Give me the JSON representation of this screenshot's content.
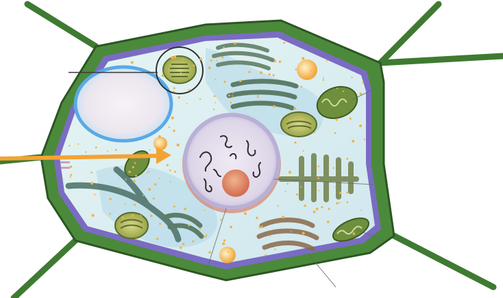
{
  "diagram": {
    "subject": "plant-cell",
    "labels": [],
    "colors": {
      "cell_wall": "#3f7a32",
      "cell_wall_outline": "#2c5524",
      "membrane": "#7a6cc2",
      "cytoplasm": "#dbeff0",
      "vacuole": "#e9e4ee",
      "vacuole_rim": "#5aa9e6",
      "nucleus_envelope": "#b9b0d6",
      "nucleolus": "#d87b5b",
      "chloroplast_fill": "#a9b24e",
      "chloroplast_edge": "#556b2f",
      "golgi": "#6c8a74",
      "er": "#4a6f66",
      "mitochondria": "#6e8f3d",
      "granules": "#f0b24a",
      "arrow": "#f2a433"
    },
    "arrow": {
      "points_to": "nucleus"
    },
    "circled_feature": "chloroplast"
  }
}
